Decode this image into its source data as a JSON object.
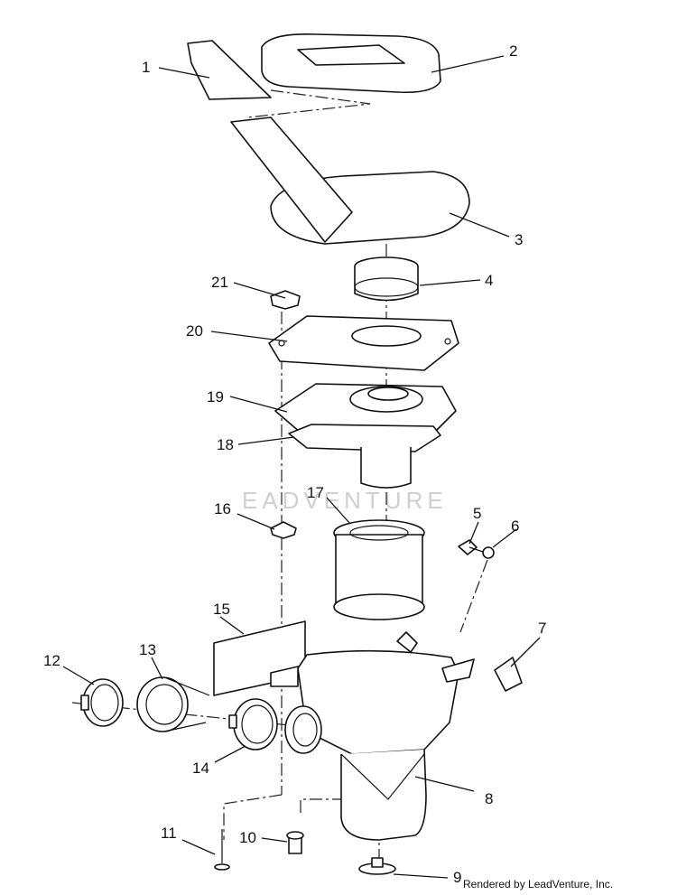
{
  "diagram": {
    "watermark": "EADVENTURE",
    "footer": "Rendered by LeadVenture, Inc.",
    "callouts": [
      {
        "id": "1",
        "label": "1"
      },
      {
        "id": "2",
        "label": "2"
      },
      {
        "id": "3",
        "label": "3"
      },
      {
        "id": "4",
        "label": "4"
      },
      {
        "id": "5",
        "label": "5"
      },
      {
        "id": "6",
        "label": "6"
      },
      {
        "id": "7",
        "label": "7"
      },
      {
        "id": "8",
        "label": "8"
      },
      {
        "id": "9",
        "label": "9"
      },
      {
        "id": "10",
        "label": "10"
      },
      {
        "id": "11",
        "label": "11"
      },
      {
        "id": "12",
        "label": "12"
      },
      {
        "id": "13",
        "label": "13"
      },
      {
        "id": "14",
        "label": "14"
      },
      {
        "id": "15",
        "label": "15"
      },
      {
        "id": "16",
        "label": "16"
      },
      {
        "id": "17",
        "label": "17"
      },
      {
        "id": "18",
        "label": "18"
      },
      {
        "id": "19",
        "label": "19"
      },
      {
        "id": "20",
        "label": "20"
      },
      {
        "id": "21",
        "label": "21"
      }
    ]
  }
}
